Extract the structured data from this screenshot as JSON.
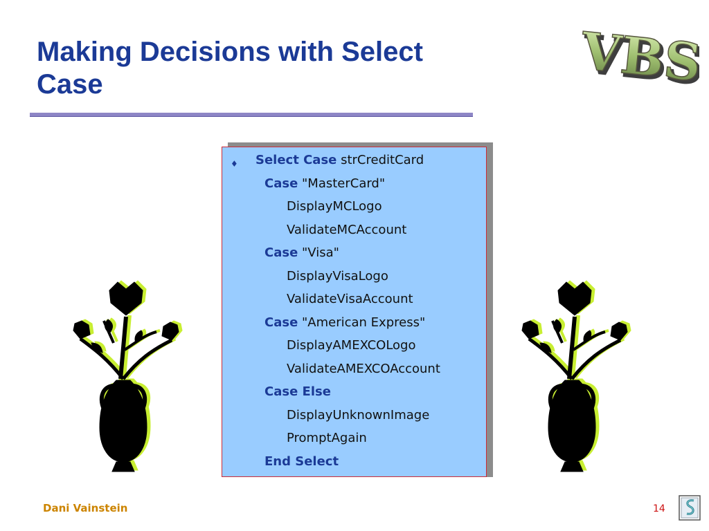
{
  "slide": {
    "title_line1": "Making Decisions with Select",
    "title_line2": "Case",
    "logo_text": "VBS",
    "bullet_glyph": "♦"
  },
  "code": [
    {
      "keyword": "Select Case",
      "rest": " strCreditCard"
    },
    {
      "keyword": "Case",
      "rest": " \"MasterCard\""
    },
    {
      "keyword": "",
      "rest": "DisplayMCLogo"
    },
    {
      "keyword": "",
      "rest": "ValidateMCAccount"
    },
    {
      "keyword": "Case",
      "rest": " \"Visa\""
    },
    {
      "keyword": "",
      "rest": "DisplayVisaLogo"
    },
    {
      "keyword": "",
      "rest": "ValidateVisaAccount"
    },
    {
      "keyword": "Case",
      "rest": " \"American Express\""
    },
    {
      "keyword": "",
      "rest": "DisplayAMEXCOLogo"
    },
    {
      "keyword": "",
      "rest": "ValidateAMEXCOAccount"
    },
    {
      "keyword": "Case Else",
      "rest": ""
    },
    {
      "keyword": "",
      "rest": "DisplayUnknownImage"
    },
    {
      "keyword": "",
      "rest": "PromptAgain"
    },
    {
      "keyword": "End Select",
      "rest": ""
    }
  ],
  "footer": {
    "author": "Dani Vainstein",
    "page_number": "14",
    "icon": "document-scroll-icon"
  },
  "colors": {
    "title": "#1b3a96",
    "code_background": "#99ccff",
    "code_border": "#cc2a36",
    "footer_author": "#cc8400",
    "footer_page": "#cc1111"
  }
}
